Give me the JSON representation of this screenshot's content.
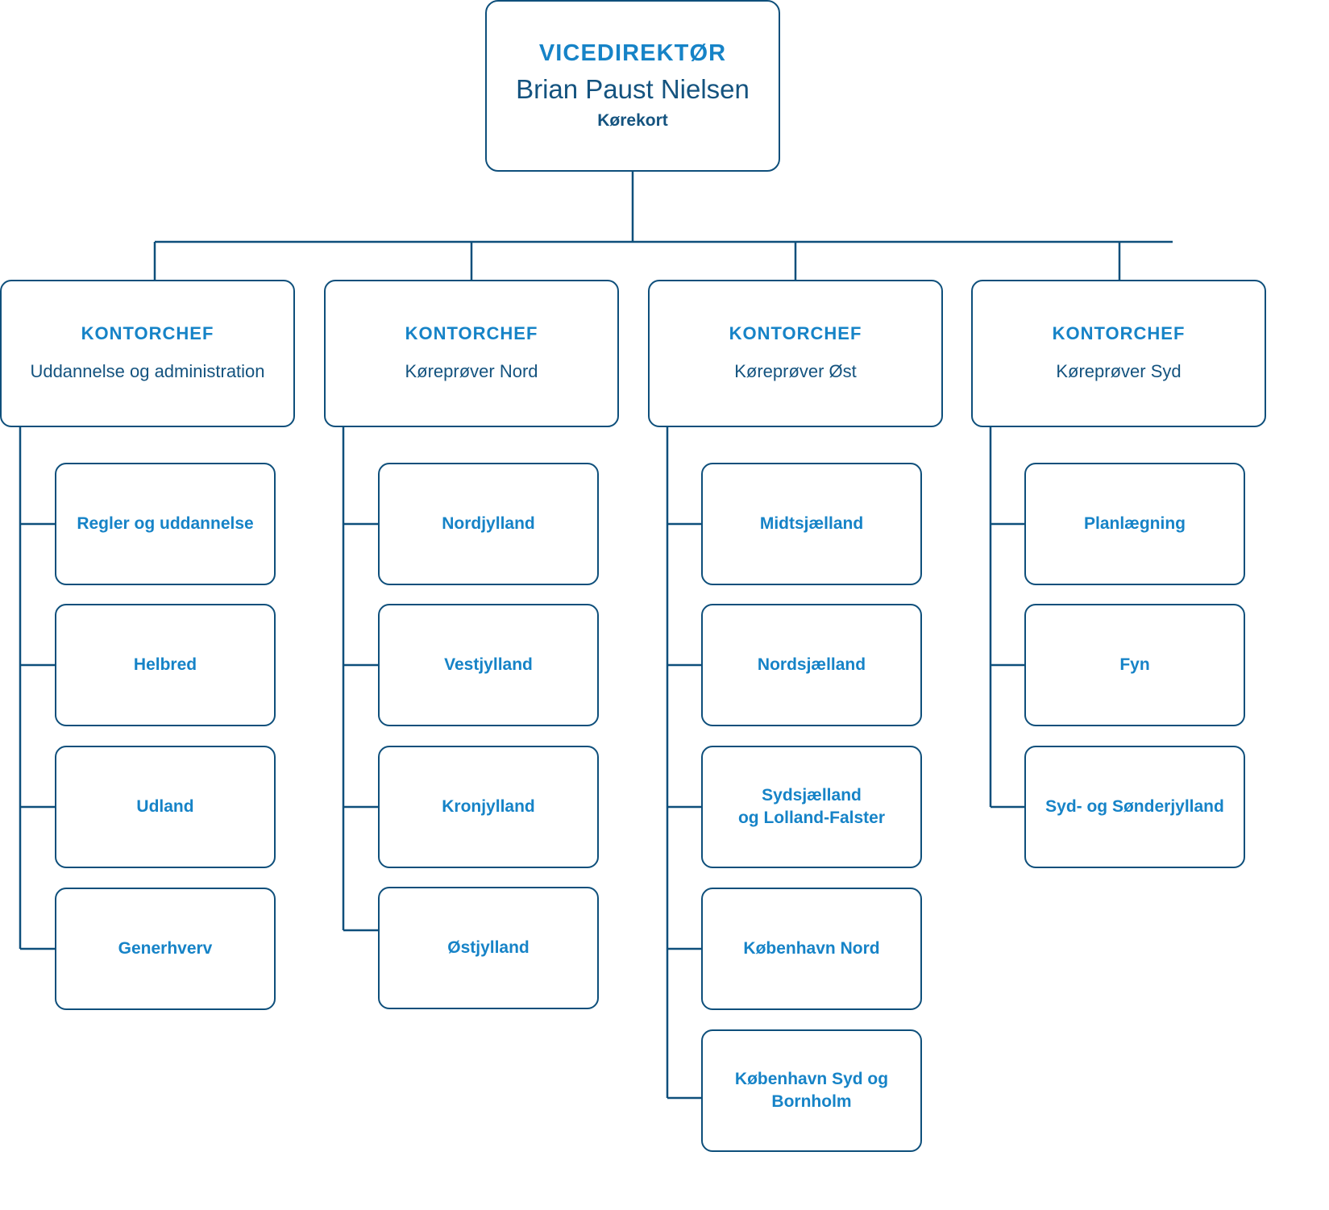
{
  "colors": {
    "accent": "#1683C7",
    "navy": "#0E4F7B",
    "text_navy": "#14537F",
    "background": "#FFFFFF"
  },
  "root": {
    "role": "VICEDIREKTØR",
    "person": "Brian Paust Nielsen",
    "unit": "Kørekort"
  },
  "columns": [
    {
      "role": "KONTORCHEF",
      "unit": "Uddannelse og administration",
      "children": [
        {
          "label": "Regler og uddannelse"
        },
        {
          "label": "Helbred"
        },
        {
          "label": "Udland"
        },
        {
          "label": "Generhverv"
        }
      ]
    },
    {
      "role": "KONTORCHEF",
      "unit": "Køreprøver Nord",
      "children": [
        {
          "label": "Nordjylland"
        },
        {
          "label": "Vestjylland"
        },
        {
          "label": "Kronjylland"
        },
        {
          "label": "Østjylland"
        }
      ]
    },
    {
      "role": "KONTORCHEF",
      "unit": "Køreprøver Øst",
      "children": [
        {
          "label": "Midtsjælland"
        },
        {
          "label": "Nordsjælland"
        },
        {
          "label": "Sydsjælland\nog Lolland-Falster"
        },
        {
          "label": "København Nord"
        },
        {
          "label": "København Syd og\nBornholm"
        }
      ]
    },
    {
      "role": "KONTORCHEF",
      "unit": "Køreprøver Syd",
      "children": [
        {
          "label": "Planlægning"
        },
        {
          "label": "Fyn"
        },
        {
          "label": "Syd- og Sønderjylland"
        }
      ]
    }
  ]
}
